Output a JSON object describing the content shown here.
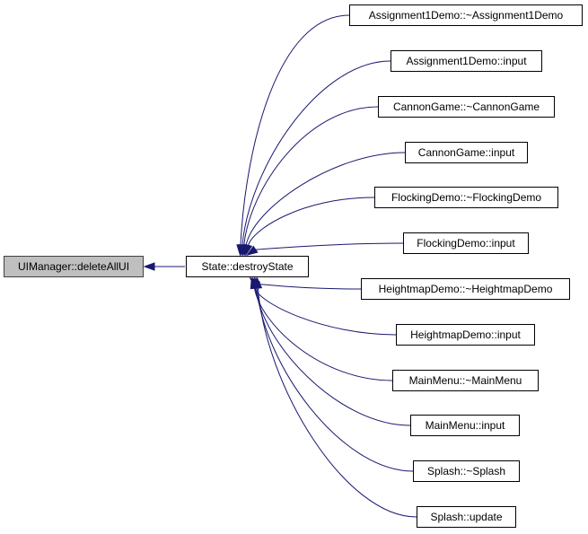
{
  "diagram": {
    "edge_color": "#191970",
    "root": {
      "label": "UIManager::deleteAllUI",
      "fill": "#bfbfbf"
    },
    "middle": {
      "label": "State::destroyState"
    },
    "callers": [
      "Assignment1Demo::~Assignment1Demo",
      "Assignment1Demo::input",
      "CannonGame::~CannonGame",
      "CannonGame::input",
      "FlockingDemo::~FlockingDemo",
      "FlockingDemo::input",
      "HeightmapDemo::~HeightmapDemo",
      "HeightmapDemo::input",
      "MainMenu::~MainMenu",
      "MainMenu::input",
      "Splash::~Splash",
      "Splash::update"
    ]
  }
}
